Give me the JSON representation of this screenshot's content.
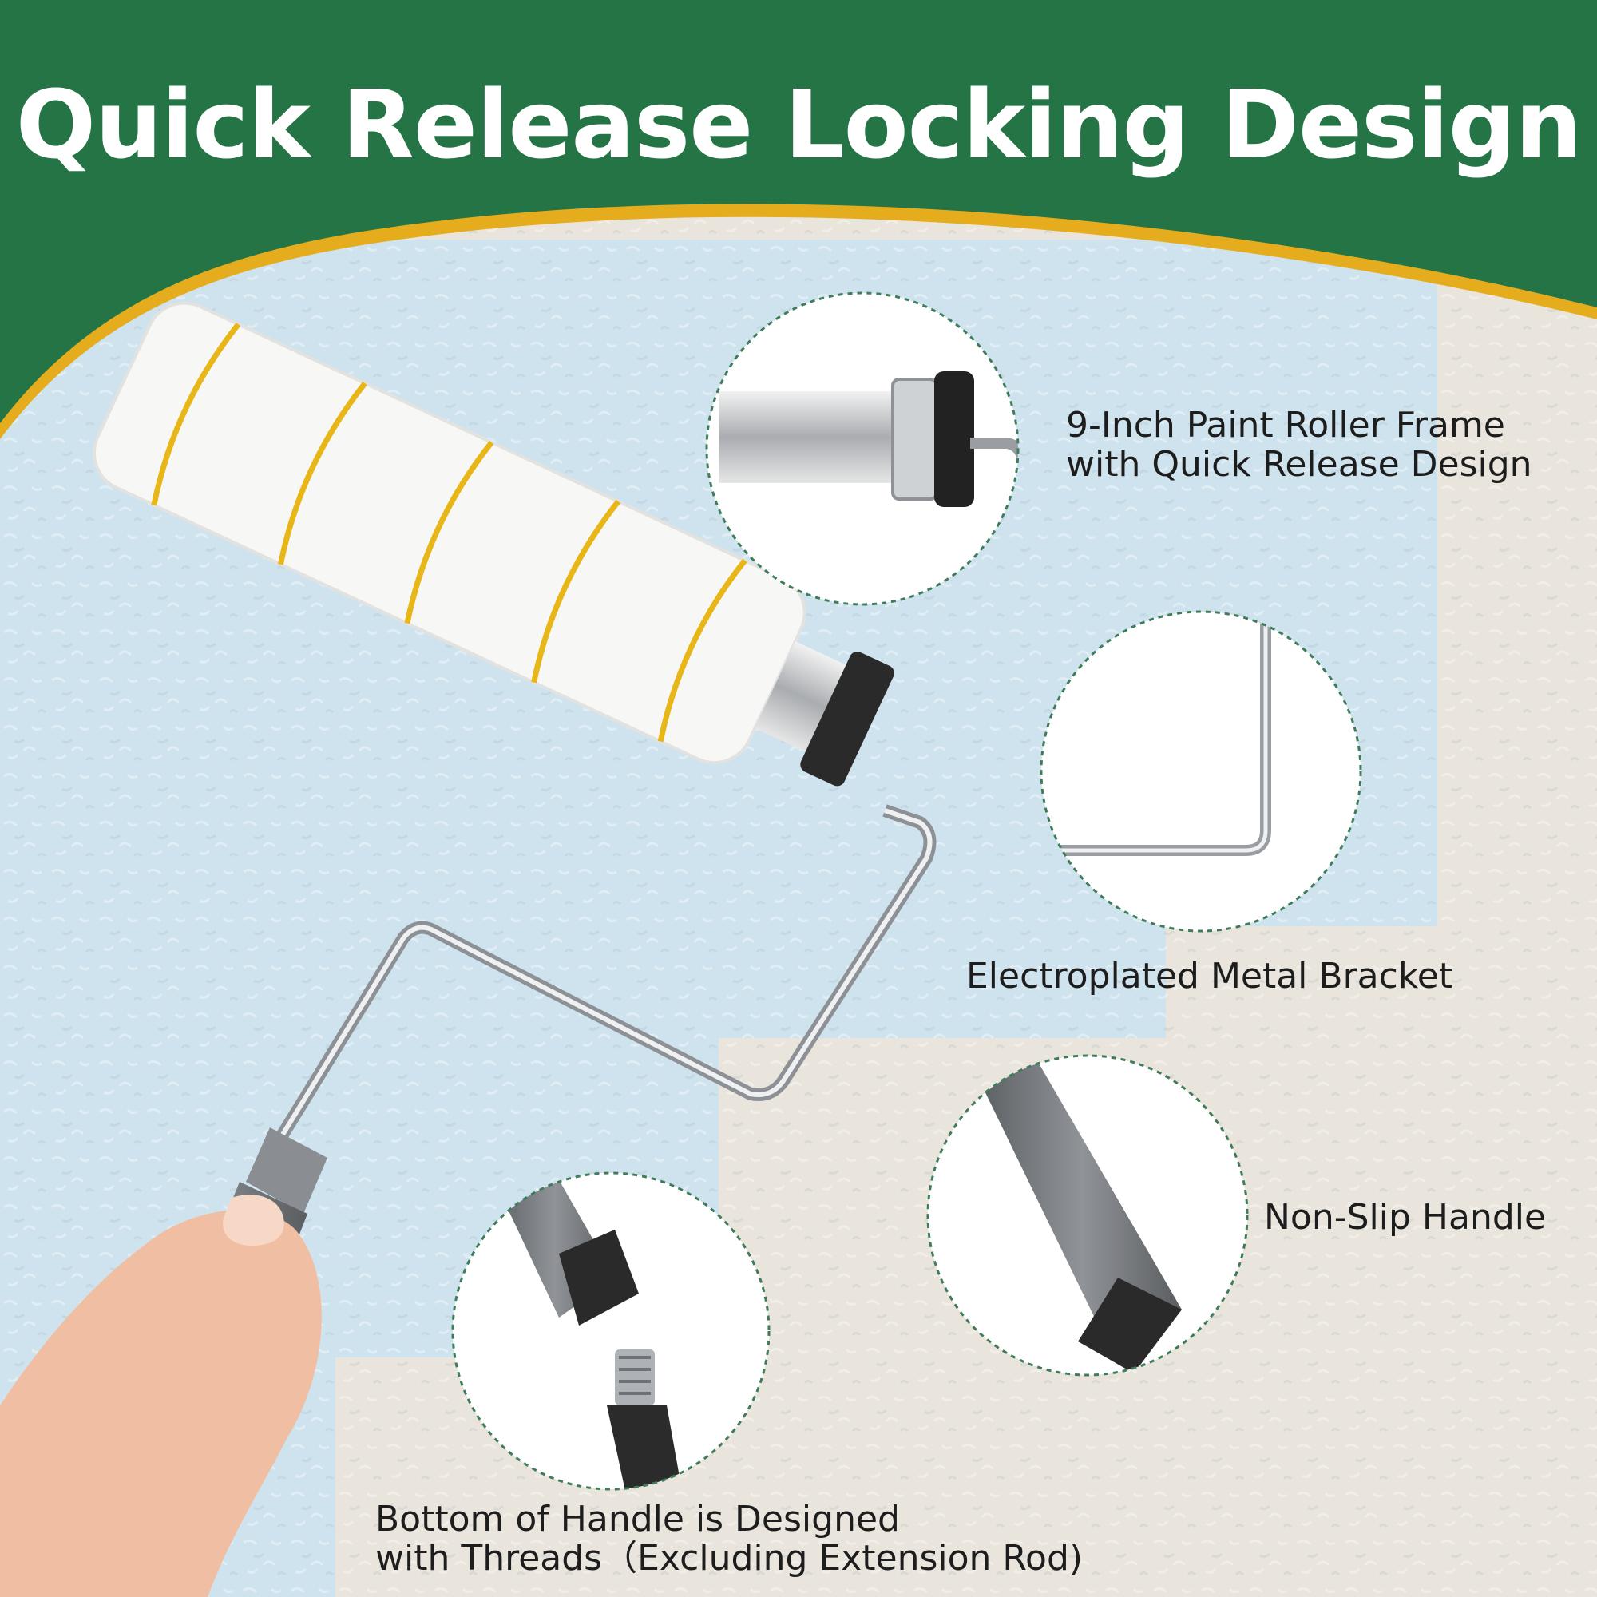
{
  "header": {
    "title": "Quick Release Locking Design"
  },
  "callouts": {
    "frame": {
      "line1": "9-Inch Paint Roller Frame",
      "line2": "with Quick Release Design"
    },
    "bracket": {
      "text": "Electroplated Metal Bracket"
    },
    "handle": {
      "text": "Non-Slip Handle"
    },
    "threads": {
      "line1": "Bottom of Handle is Designed",
      "line2": "with Threads（Excluding Extension Rod)"
    }
  },
  "colors": {
    "header_green": "#247445",
    "accent_yellow": "#e5ad1e",
    "wall_blue": "#cfe3ee",
    "wall_beige": "#e9e4dc",
    "roller_stripe": "#e8b617",
    "handle_gray": "#7c7f82",
    "circle_border": "#3f7d5a"
  }
}
